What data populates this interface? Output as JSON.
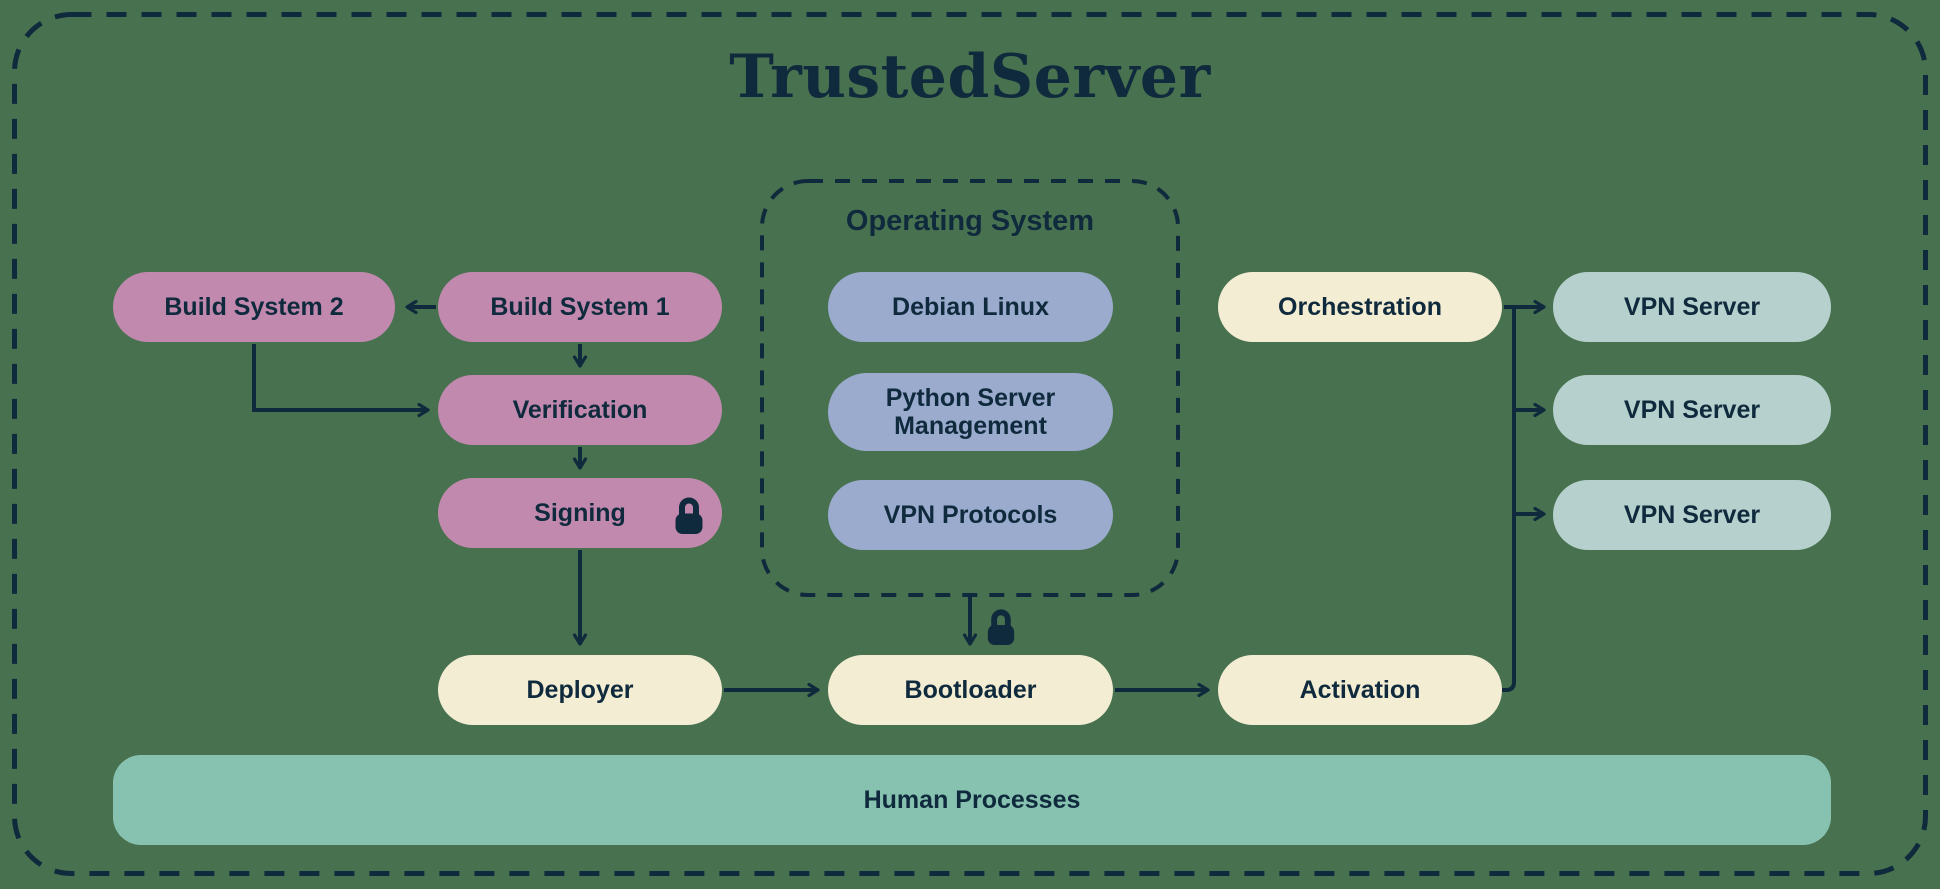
{
  "diagram": {
    "title": "TrustedServer",
    "os_group": {
      "title": "Operating System"
    },
    "nodes": {
      "build_system_2": {
        "label": "Build System 2"
      },
      "build_system_1": {
        "label": "Build System 1"
      },
      "verification": {
        "label": "Verification"
      },
      "signing": {
        "label": "Signing",
        "lock": true
      },
      "deployer": {
        "label": "Deployer"
      },
      "debian_linux": {
        "label": "Debian Linux"
      },
      "python_server_management": {
        "label": "Python Server Management"
      },
      "vpn_protocols": {
        "label": "VPN Protocols"
      },
      "bootloader": {
        "label": "Bootloader"
      },
      "activation": {
        "label": "Activation"
      },
      "orchestration": {
        "label": "Orchestration"
      },
      "vpn_server_1": {
        "label": "VPN Server"
      },
      "vpn_server_2": {
        "label": "VPN Server"
      },
      "vpn_server_3": {
        "label": "VPN Server"
      },
      "human_processes": {
        "label": "Human Processes"
      }
    },
    "icons": {
      "signing": "lock-icon",
      "os_to_bootloader": "lock-icon"
    },
    "edges": [
      {
        "from": "build_system_1",
        "to": "build_system_2"
      },
      {
        "from": "build_system_1",
        "to": "verification"
      },
      {
        "from": "build_system_2",
        "to": "verification"
      },
      {
        "from": "verification",
        "to": "signing"
      },
      {
        "from": "signing",
        "to": "deployer"
      },
      {
        "from": "deployer",
        "to": "bootloader"
      },
      {
        "from": "operating_system",
        "to": "bootloader",
        "lock": true
      },
      {
        "from": "bootloader",
        "to": "activation"
      },
      {
        "from": "orchestration",
        "to": "vpn_server_1"
      },
      {
        "from": "activation",
        "to": "vpn_server_1"
      },
      {
        "from": "activation",
        "to": "vpn_server_2"
      },
      {
        "from": "activation",
        "to": "vpn_server_3"
      }
    ],
    "colors": {
      "background": "#48714F",
      "navy": "#102A3D",
      "pink_pill": "#C289AE",
      "blue_pill": "#9AABCD",
      "cream_pill": "#F3EDD3",
      "teal_pill": "#B6D0CD",
      "teal_bar": "#86C2AF"
    }
  }
}
